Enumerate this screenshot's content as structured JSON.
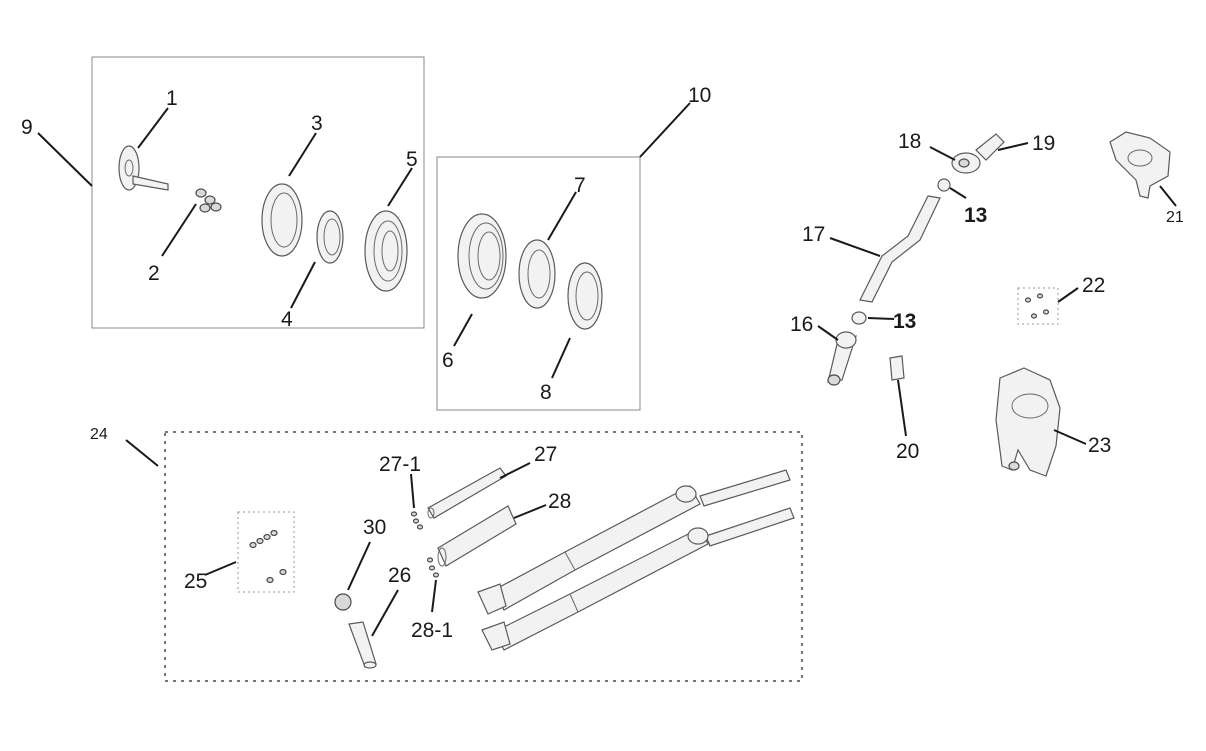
{
  "callouts": [
    {
      "id": "c1",
      "text": "1"
    },
    {
      "id": "c2",
      "text": "2"
    },
    {
      "id": "c3",
      "text": "3"
    },
    {
      "id": "c4",
      "text": "4"
    },
    {
      "id": "c5",
      "text": "5"
    },
    {
      "id": "c6",
      "text": "6"
    },
    {
      "id": "c7",
      "text": "7"
    },
    {
      "id": "c8",
      "text": "8"
    },
    {
      "id": "c9",
      "text": "9"
    },
    {
      "id": "c10",
      "text": "10"
    },
    {
      "id": "c13a",
      "text": "13"
    },
    {
      "id": "c13b",
      "text": "13"
    },
    {
      "id": "c16",
      "text": "16"
    },
    {
      "id": "c17",
      "text": "17"
    },
    {
      "id": "c18",
      "text": "18"
    },
    {
      "id": "c19",
      "text": "19"
    },
    {
      "id": "c20",
      "text": "20"
    },
    {
      "id": "c21",
      "text": "21"
    },
    {
      "id": "c22",
      "text": "22"
    },
    {
      "id": "c23",
      "text": "23"
    },
    {
      "id": "c24",
      "text": "24"
    },
    {
      "id": "c25",
      "text": "25"
    },
    {
      "id": "c26",
      "text": "26"
    },
    {
      "id": "c27",
      "text": "27"
    },
    {
      "id": "c27-1",
      "text": "27-1"
    },
    {
      "id": "c28",
      "text": "28"
    },
    {
      "id": "c28-1",
      "text": "28-1"
    },
    {
      "id": "c30",
      "text": "30"
    }
  ]
}
